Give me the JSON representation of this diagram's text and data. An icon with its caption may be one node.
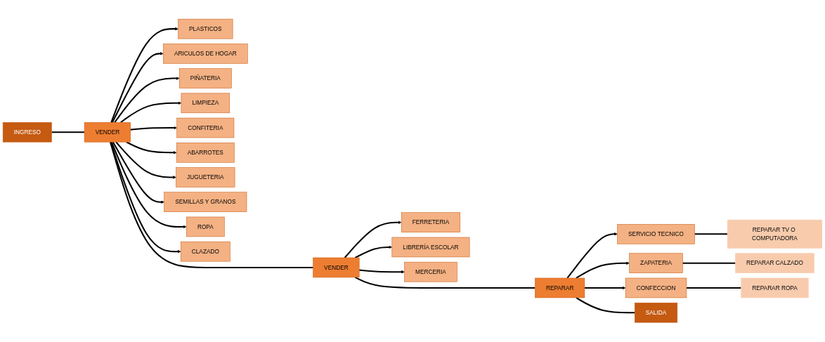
{
  "diagram": {
    "nodes": [
      {
        "text": [
          "PLASTICOS"
        ]
      },
      {
        "text": [
          "ARICULOS DE HOGAR"
        ]
      },
      {
        "text": [
          "PIÑATERIA"
        ]
      },
      {
        "text": [
          "LIMPIEZA"
        ]
      },
      {
        "text": [
          "CONFITERIA"
        ]
      },
      {
        "text": [
          "SERVICIO TECNICO"
        ]
      },
      {
        "text": [
          "REPARAR TV O COMPUTADORA"
        ]
      },
      {
        "text": [
          "ZAPATERIA"
        ]
      },
      {
        "text": [
          "REPARAR CALZADO"
        ]
      },
      {
        "text": [
          "FERRETERIA"
        ]
      },
      {
        "text": [
          "CONFECCION"
        ]
      },
      {
        "text": [
          "REPARAR ROPA"
        ]
      },
      {
        "text": [
          "INGRESO"
        ]
      },
      {
        "text": [
          "VENDER"
        ]
      },
      {
        "text": [
          "VENDER"
        ]
      },
      {
        "text": [
          "REPARAR"
        ]
      },
      {
        "text": [
          "SALIDA"
        ]
      },
      {
        "text": [
          "ABARROTES"
        ]
      },
      {
        "text": [
          "JUGUETERIA"
        ]
      },
      {
        "text": [
          "LIBRERÍA ESCOLAR"
        ]
      },
      {
        "text": [
          "SEMILLAS Y GRANOS"
        ]
      },
      {
        "text": [
          "ROPA"
        ]
      },
      {
        "text": [
          "MERCERIA"
        ]
      },
      {
        "text": [
          "CLAZADO"
        ]
      }
    ],
    "edges": [
      {
        "from": 12,
        "to": 13,
        "arrow": "none"
      },
      {
        "from": 13,
        "to": 14,
        "arrow": "none"
      },
      {
        "from": 14,
        "to": 15,
        "arrow": "none"
      },
      {
        "from": 15,
        "to": 16,
        "arrow": "none"
      },
      {
        "from": 13,
        "to": 0,
        "arrow": "to"
      },
      {
        "from": 13,
        "to": 1,
        "arrow": "to"
      },
      {
        "from": 13,
        "to": 2,
        "arrow": "to"
      },
      {
        "from": 13,
        "to": 3,
        "arrow": "to"
      },
      {
        "from": 13,
        "to": 4,
        "arrow": "to"
      },
      {
        "from": 13,
        "to": 17,
        "arrow": "to"
      },
      {
        "from": 13,
        "to": 18,
        "arrow": "to"
      },
      {
        "from": 13,
        "to": 20,
        "arrow": "to"
      },
      {
        "from": 13,
        "to": 21,
        "arrow": "to"
      },
      {
        "from": 13,
        "to": 23,
        "arrow": "to"
      },
      {
        "from": 14,
        "to": 9,
        "arrow": "to"
      },
      {
        "from": 14,
        "to": 19,
        "arrow": "to"
      },
      {
        "from": 14,
        "to": 22,
        "arrow": "to"
      },
      {
        "from": 15,
        "to": 5,
        "arrow": "to"
      },
      {
        "from": 15,
        "to": 7,
        "arrow": "to"
      },
      {
        "from": 15,
        "to": 10,
        "arrow": "to"
      },
      {
        "from": 5,
        "to": 6,
        "arrow": "none"
      },
      {
        "from": 7,
        "to": 8,
        "arrow": "none"
      },
      {
        "from": 10,
        "to": 11,
        "arrow": "none"
      }
    ]
  }
}
